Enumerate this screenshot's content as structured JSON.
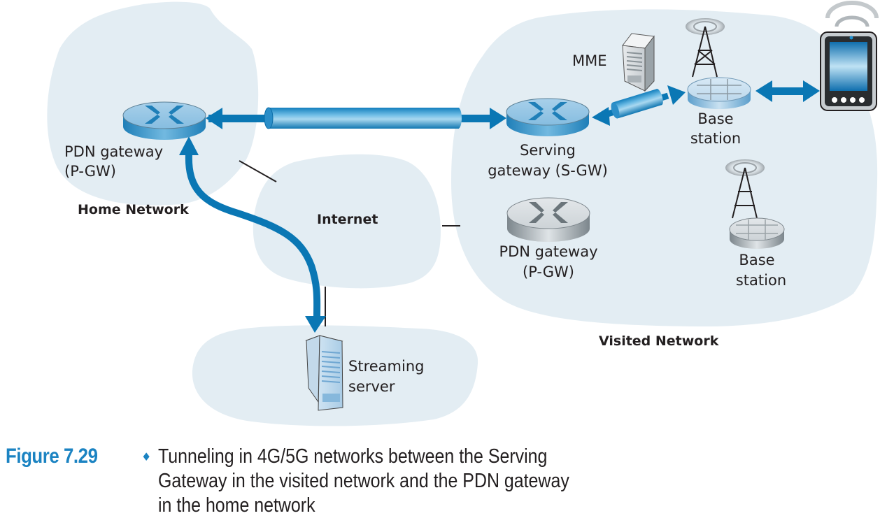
{
  "figure": {
    "number": "Figure 7.29",
    "separator": "♦",
    "caption_lines": [
      "Tunneling in 4G/5G networks between the Serving",
      "Gateway in the visited network and the PDN gateway",
      "in the home network"
    ]
  },
  "networks": {
    "home": {
      "label": "Home Network"
    },
    "internet": {
      "label": "Internet"
    },
    "visited": {
      "label": "Visited Network"
    },
    "server_net": {
      "label": ""
    }
  },
  "nodes": {
    "home_pgw": {
      "line1": "PDN gateway",
      "line2": "(P-GW)",
      "icon": "router-icon"
    },
    "sgw": {
      "line1": "Serving",
      "line2": "gateway (S-GW)",
      "icon": "router-icon"
    },
    "visited_pgw": {
      "line1": "PDN gateway",
      "line2": "(P-GW)",
      "icon": "router-icon"
    },
    "mme": {
      "line1": "MME",
      "icon": "server-icon"
    },
    "base1": {
      "line1": "Base",
      "line2": "station",
      "icon": "base-station-icon"
    },
    "base2": {
      "line1": "Base",
      "line2": "station",
      "icon": "base-station-icon"
    },
    "streaming": {
      "line1": "Streaming",
      "line2": "server",
      "icon": "server-icon"
    },
    "phone": {
      "icon": "smartphone-icon"
    }
  },
  "colors": {
    "cloud": "#e3edf3",
    "arrow": "#0a77b4",
    "router_blue": "#4ea3d3",
    "router_gray": "#b7bfc4",
    "caption_accent": "#1b83c2"
  }
}
